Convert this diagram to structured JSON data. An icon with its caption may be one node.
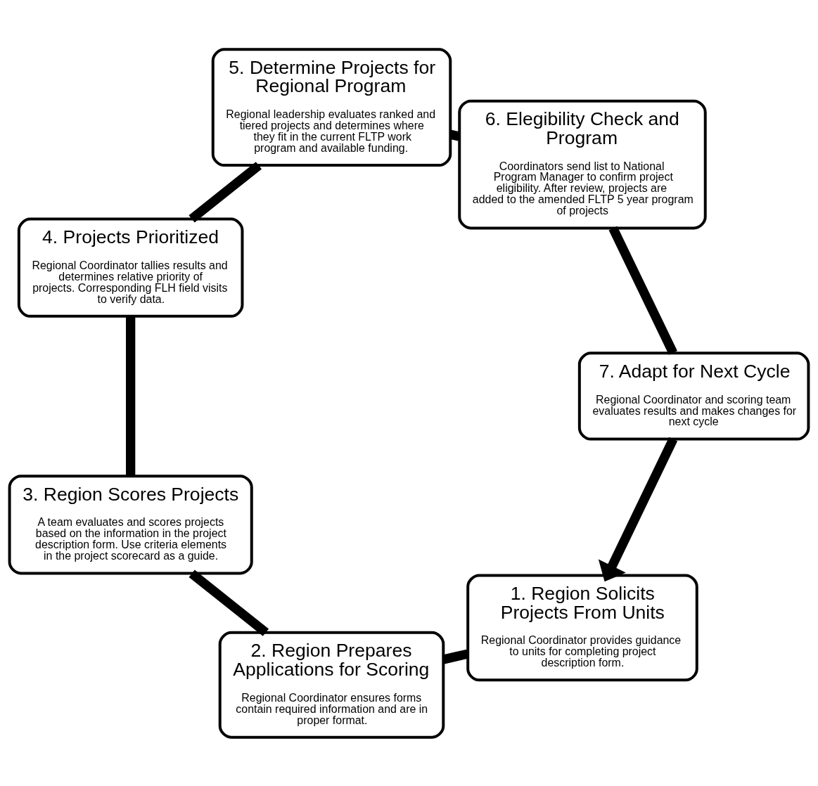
{
  "diagram": {
    "nodes": [
      {
        "text": [
          "1. Region Solicits Projects From Units",
          "Regional Coordinator provides guidance to units for completing project description form."
        ]
      },
      {
        "text": [
          "2. Region Prepares Applications for Scoring",
          "Regional Coordinator ensures forms contain required information and are in proper format."
        ]
      },
      {
        "text": [
          "3. Region Scores Projects",
          "A team evaluates and scores projects based on the information in the project description form. Use criteria elements in the project scorecard as a guide."
        ]
      },
      {
        "text": [
          "4. Projects Prioritized",
          "Regional Coordinator tallies results and determines relative priority of projects. Corresponding FLH field visits to verify data."
        ]
      },
      {
        "text": [
          "5. Determine Projects for Regional Program",
          "Regional leadership evaluates ranked and tiered projects and determines where they fit in the current FLTP work program and available funding."
        ]
      },
      {
        "text": [
          "6. Elegibility Check and Program",
          "Coordinators send list to National Program Manager to confirm project eligibility. After review, projects are added to the amended FLTP 5 year program of projects"
        ]
      },
      {
        "text": [
          "7. Adapt for Next Cycle",
          "Regional Coordinator and scoring team evaluates results and makes changes for next cycle"
        ]
      }
    ],
    "edges": [
      {
        "from": 0,
        "to": 1,
        "arrow": "none"
      },
      {
        "from": 1,
        "to": 2,
        "arrow": "none"
      },
      {
        "from": 2,
        "to": 3,
        "arrow": "none"
      },
      {
        "from": 3,
        "to": 4,
        "arrow": "none"
      },
      {
        "from": 4,
        "to": 5,
        "arrow": "none"
      },
      {
        "from": 5,
        "to": 6,
        "arrow": "none"
      },
      {
        "from": 6,
        "to": 0,
        "arrow": "to"
      }
    ]
  }
}
